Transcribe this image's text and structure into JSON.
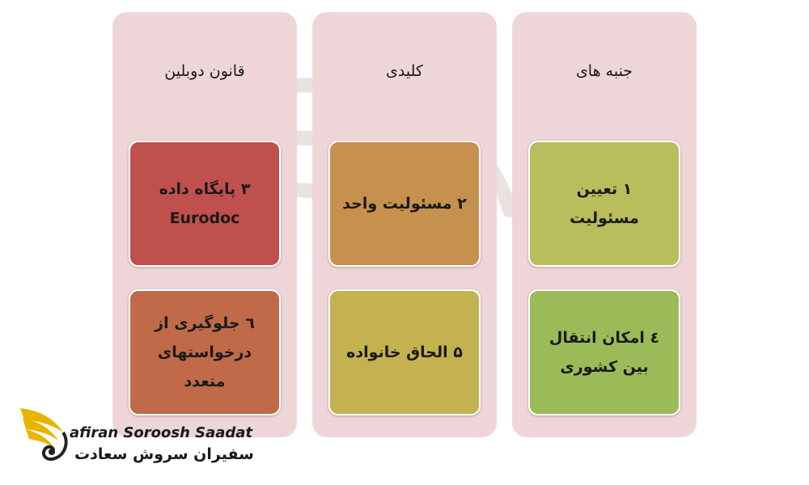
{
  "colors": {
    "column_bg": "#eed6d8",
    "green_box": "#b9bd5c",
    "green_box_light": "#9bbb59",
    "orange_box": "#c6904e",
    "olive_box": "#c4b14f",
    "red_box": "#c0504d",
    "brick_box": "#c06a49",
    "logo_gold": "#e8b400"
  },
  "columns": [
    {
      "title": "جنبه های",
      "boxes": [
        {
          "text": "۱ تعیین مسئولیت",
          "color": "#b9bd5c"
        },
        {
          "text": "٤ امکان انتقال\nبین کشوری",
          "color": "#9bbb59"
        }
      ]
    },
    {
      "title": "کلیدی",
      "boxes": [
        {
          "text": "۲ مسئولیت واحد",
          "color": "#c6904e"
        },
        {
          "text": "۵ الحاق خانواده",
          "color": "#c4b14f"
        }
      ]
    },
    {
      "title": "قانون دوبلین",
      "boxes": [
        {
          "text": "۳ پایگاه داده\nEurodoc",
          "color": "#c0504d"
        },
        {
          "text": "٦ جلوگیری از\nدرخواستهای\nمتعدد",
          "color": "#c06a49"
        }
      ]
    }
  ],
  "logo": {
    "name_en": "afiran Soroosh Saadat",
    "name_fa": "سفیران سروش سعادت",
    "icon": "phoenix-wing-logo-icon"
  }
}
